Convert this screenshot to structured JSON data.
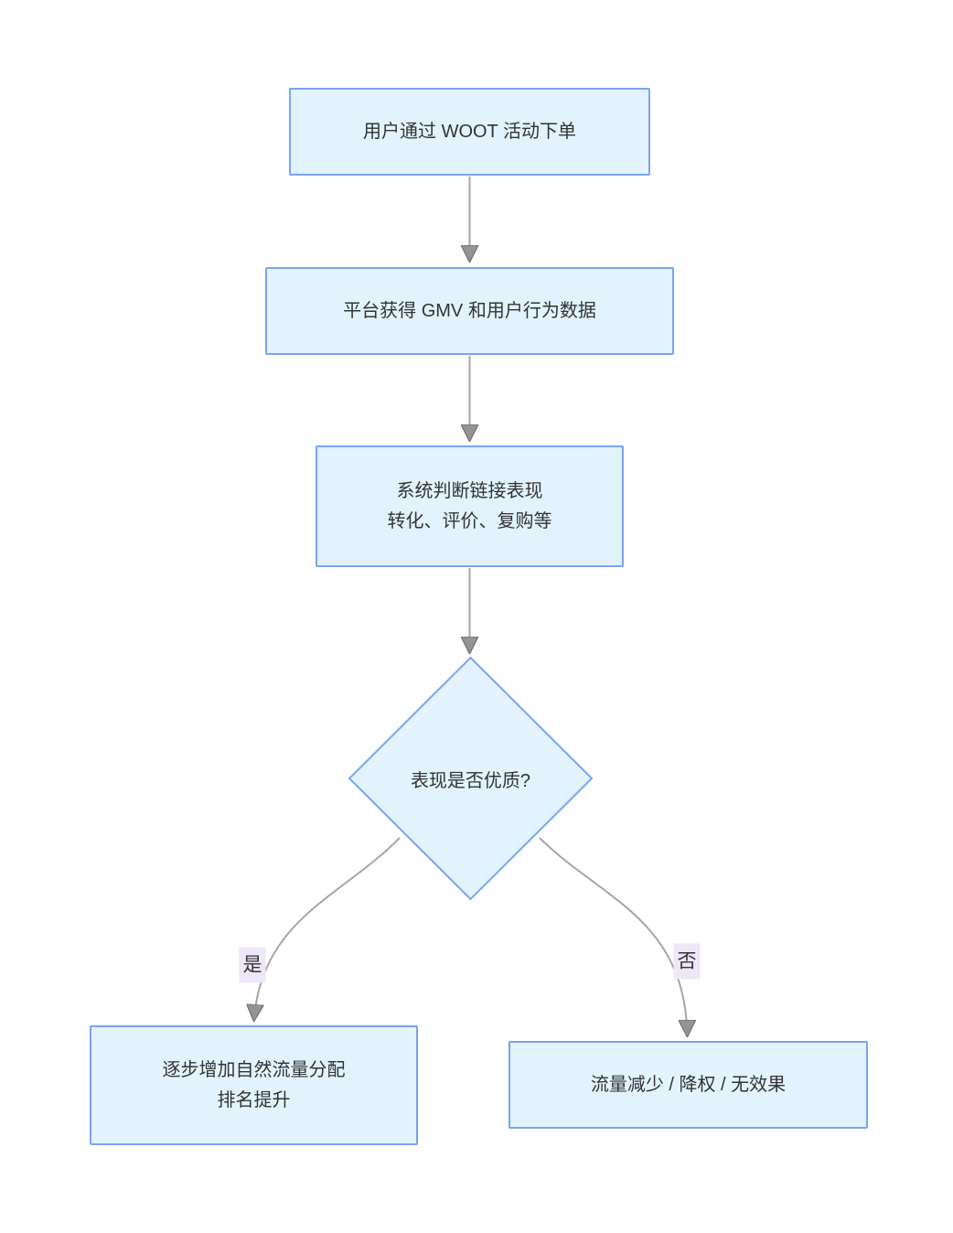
{
  "diagram": {
    "type": "flowchart",
    "direction": "top-down",
    "nodes": {
      "order": {
        "label": "用户通过 WOOT 活动下单"
      },
      "platform": {
        "label": "平台获得 GMV 和用户行为数据"
      },
      "judge": {
        "lines": {
          "0": "系统判断链接表现",
          "1": "转化、评价、复购等"
        }
      },
      "decision": {
        "label": "表现是否优质?"
      },
      "good": {
        "lines": {
          "0": "逐步增加自然流量分配",
          "1": "排名提升"
        }
      },
      "bad": {
        "label": "流量减少 / 降权 / 无效果"
      }
    },
    "edge_labels": {
      "yes": "是",
      "no": "否"
    },
    "colors": {
      "node_fill": "#e2f3fe",
      "node_border": "#7aa4f0",
      "edge": "#a6a6a6",
      "arrowhead": "#949494",
      "label_bg": "#ede7f7",
      "text": "#333333"
    }
  }
}
